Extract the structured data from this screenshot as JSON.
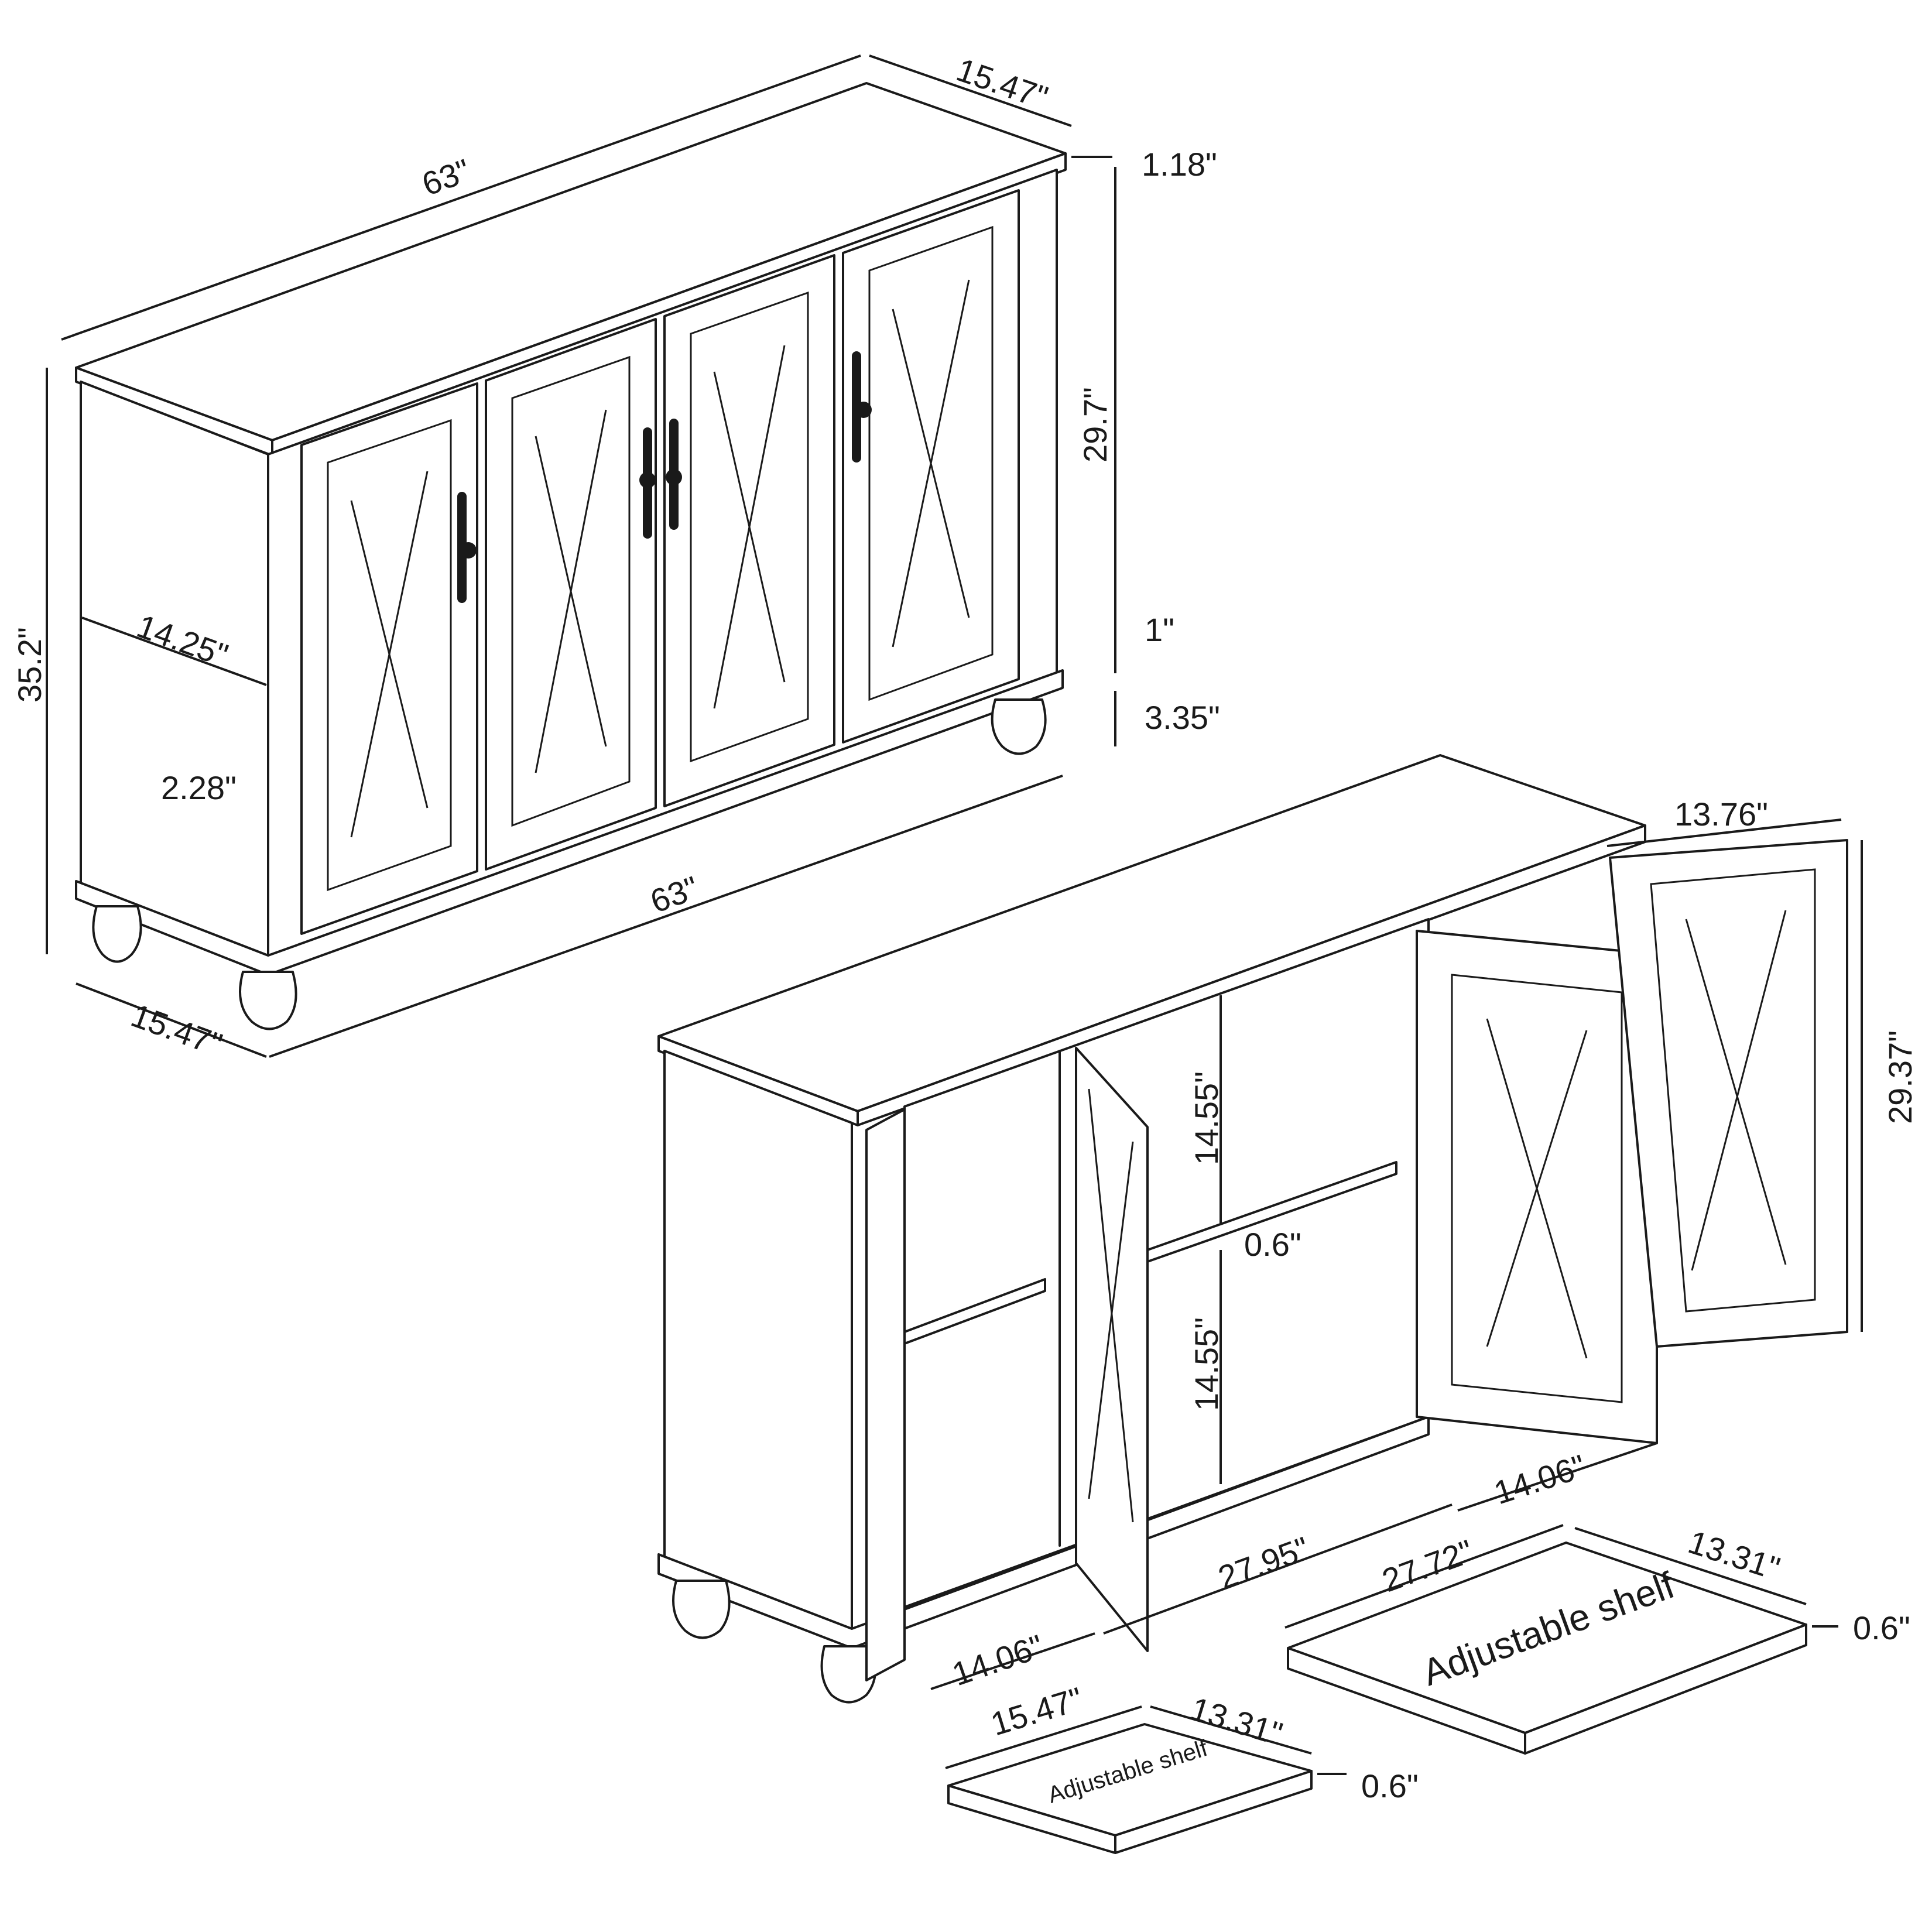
{
  "closed_view": {
    "top_width": "63\"",
    "top_depth": "15.47\"",
    "top_thickness": "1.18\"",
    "body_height": "29.7\"",
    "base_rail": "1\"",
    "leg_height": "3.35\"",
    "total_height": "35.2\"",
    "inner_depth": "14.25\"",
    "side_inset": "2.28\"",
    "bottom_width": "63\"",
    "bottom_depth": "15.47\""
  },
  "open_view": {
    "door_width_top": "13.76\"",
    "door_height": "29.37\"",
    "upper_compartment": "14.55\"",
    "shelf_thickness": "0.6\"",
    "lower_compartment": "14.55\"",
    "right_door_width": "14.06\"",
    "center_opening": "27.95\"",
    "left_door_width": "14.06\""
  },
  "large_shelf": {
    "label": "Adjustable shelf",
    "length": "27.72\"",
    "depth": "13.31\"",
    "thickness": "0.6\""
  },
  "small_shelf": {
    "label": "Adjustable shelf",
    "length": "15.47\"",
    "depth": "13.31\"",
    "thickness": "0.6\""
  }
}
